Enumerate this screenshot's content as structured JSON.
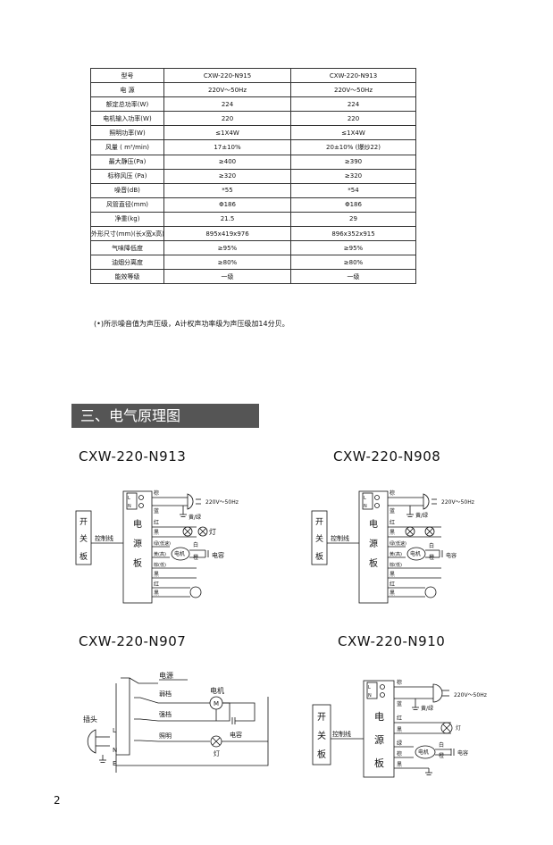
{
  "spec_table": {
    "headers": [
      "型号",
      "CXW-220-N915",
      "CXW-220-N913"
    ],
    "rows": [
      [
        "电 源",
        "220V～50Hz",
        "220V～50Hz"
      ],
      [
        "额定总功率(W)",
        "224",
        "224"
      ],
      [
        "电机输入功率(W)",
        "220",
        "220"
      ],
      [
        "照明功率(W)",
        "≤1X4W",
        "≤1X4W"
      ],
      [
        "风量 ( m³/min)",
        "17±10%",
        "20±10% (爆炒22)"
      ],
      [
        "最大静压(Pa)",
        "≥400",
        "≥390"
      ],
      [
        "标称风压 (Pa)",
        "≥320",
        "≥320"
      ],
      [
        "噪音(dB)",
        "*55",
        "*54"
      ],
      [
        "风管直径(mm)",
        "Φ186",
        "Φ186"
      ],
      [
        "净重(kg)",
        "21.5",
        "29"
      ],
      [
        "外形尺寸(mm)(长x宽x高)",
        "895x419x976",
        "896x352x915"
      ],
      [
        "气味降低度",
        "≥95%",
        "≥95%"
      ],
      [
        "油烟分离度",
        "≥80%",
        "≥80%"
      ],
      [
        "能效等级",
        "一级",
        "一级"
      ]
    ]
  },
  "note": "(•)所示噪音值为声压级，A计权声功率级为声压级加14分贝。",
  "section_title": "三、电气原理图",
  "page_number": "2",
  "diagrams": {
    "n913": {
      "model": "CXW-220-N913",
      "switch_board": [
        "开",
        "关",
        "板"
      ],
      "control_line": "控制线",
      "power_board": [
        "电",
        "源",
        "板"
      ],
      "ln": [
        "L",
        "N"
      ],
      "wires": [
        "棕",
        "蓝",
        "红",
        "黑",
        "绿(低速)",
        "黄(高)",
        "棕(低)",
        "黑",
        "红",
        "黑"
      ],
      "supply": "220V～50Hz",
      "ground": "黄/绿",
      "lamp": "灯",
      "motor": "电机",
      "white": "白",
      "orange": "橙",
      "capacitor": "电容"
    },
    "n908": {
      "model": "CXW-220-N908",
      "switch_board": [
        "开",
        "关",
        "板"
      ],
      "control_line": "控制线",
      "power_board": [
        "电",
        "源",
        "板"
      ],
      "ln": [
        "L",
        "N"
      ],
      "wires": [
        "棕",
        "蓝",
        "红",
        "黑",
        "绿(低速)",
        "黄(高)",
        "棕(低)",
        "黑",
        "红",
        "黑"
      ],
      "supply": "220V～50Hz",
      "ground": "黄/绿",
      "motor": "电机",
      "white": "白",
      "orange": "橙",
      "capacitor": "电容"
    },
    "n907": {
      "model": "CXW-220-N907",
      "power": "电源",
      "low": "弱档",
      "high": "强档",
      "light": "照明",
      "motor": "电机",
      "motor_symbol": "M",
      "capacitor": "电容",
      "lamp": "灯",
      "plug": "插头",
      "terminals": [
        "L",
        "N",
        "E"
      ]
    },
    "n910": {
      "model": "CXW-220-N910",
      "switch_board": [
        "开",
        "关",
        "板"
      ],
      "control_line": "控制线",
      "power_board": [
        "电",
        "源",
        "板"
      ],
      "ln": [
        "L",
        "N"
      ],
      "wires": [
        "棕",
        "蓝",
        "红",
        "黑",
        "绿",
        "棕",
        "黑"
      ],
      "supply": "220V～50Hz",
      "ground": "黄/绿",
      "lamp": "灯",
      "motor": "电机",
      "white": "白",
      "orange": "橙",
      "capacitor": "电容"
    }
  }
}
